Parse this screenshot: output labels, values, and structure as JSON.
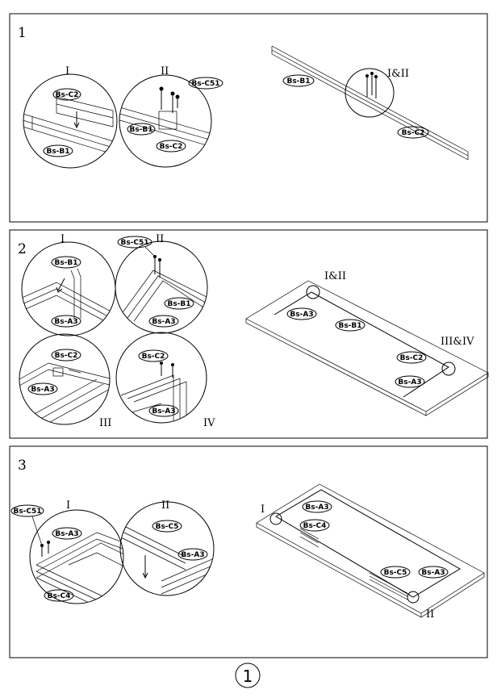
{
  "page_number": "1",
  "steps": [
    {
      "number": "1",
      "details": [
        {
          "id": "I",
          "parts": [
            "Bs-C2",
            "Bs-B1"
          ]
        },
        {
          "id": "II",
          "parts": [
            "Bs-C51",
            "Bs-B1",
            "Bs-C2"
          ]
        }
      ],
      "overview": {
        "callout": "I&II",
        "parts": [
          "Bs-B1",
          "Bs-C2"
        ]
      }
    },
    {
      "number": "2",
      "details": [
        {
          "id": "I",
          "parts": [
            "Bs-B1",
            "Bs-A3"
          ]
        },
        {
          "id": "II",
          "parts": [
            "Bs-C51",
            "Bs-B1",
            "Bs-A3"
          ]
        },
        {
          "id": "III",
          "parts": [
            "Bs-C2",
            "Bs-A3"
          ]
        },
        {
          "id": "IV",
          "parts": [
            "Bs-C2",
            "Bs-A3"
          ]
        }
      ],
      "overview": {
        "callouts": [
          "I&II",
          "III&IV"
        ],
        "parts": [
          "Bs-A3",
          "Bs-B1",
          "Bs-C2",
          "Bs-A3"
        ]
      }
    },
    {
      "number": "3",
      "details": [
        {
          "id": "I",
          "parts": [
            "Bs-C51",
            "Bs-A3",
            "Bs-C4"
          ]
        },
        {
          "id": "II",
          "parts": [
            "Bs-C5",
            "Bs-A3"
          ]
        }
      ],
      "overview": {
        "callouts": [
          "I",
          "II"
        ],
        "parts": [
          "Bs-A3",
          "Bs-C4",
          "Bs-C5",
          "Bs-A3"
        ]
      }
    }
  ]
}
